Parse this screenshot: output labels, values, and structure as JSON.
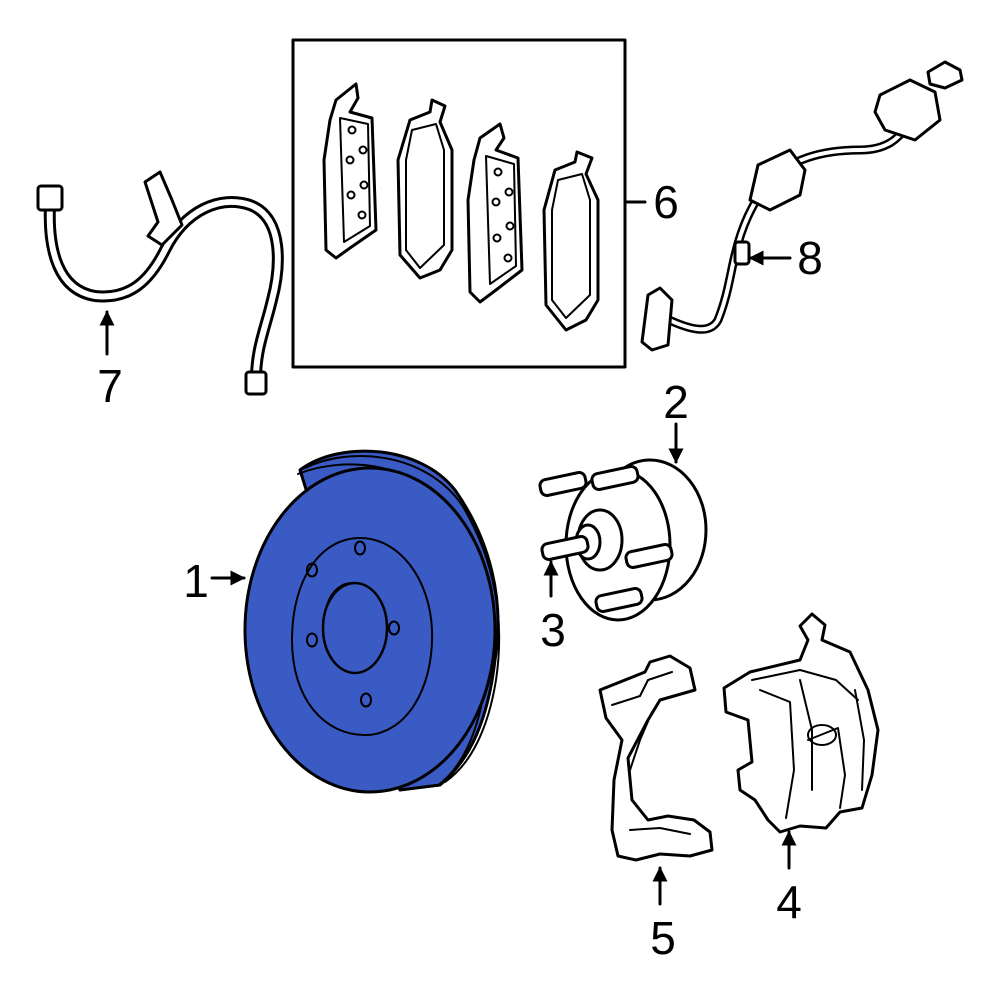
{
  "accent_color": "#3a5bc4",
  "callouts": [
    {
      "id": "1",
      "label": "1"
    },
    {
      "id": "2",
      "label": "2"
    },
    {
      "id": "3",
      "label": "3"
    },
    {
      "id": "4",
      "label": "4"
    },
    {
      "id": "5",
      "label": "5"
    },
    {
      "id": "6",
      "label": "6"
    },
    {
      "id": "7",
      "label": "7"
    },
    {
      "id": "8",
      "label": "8"
    }
  ]
}
